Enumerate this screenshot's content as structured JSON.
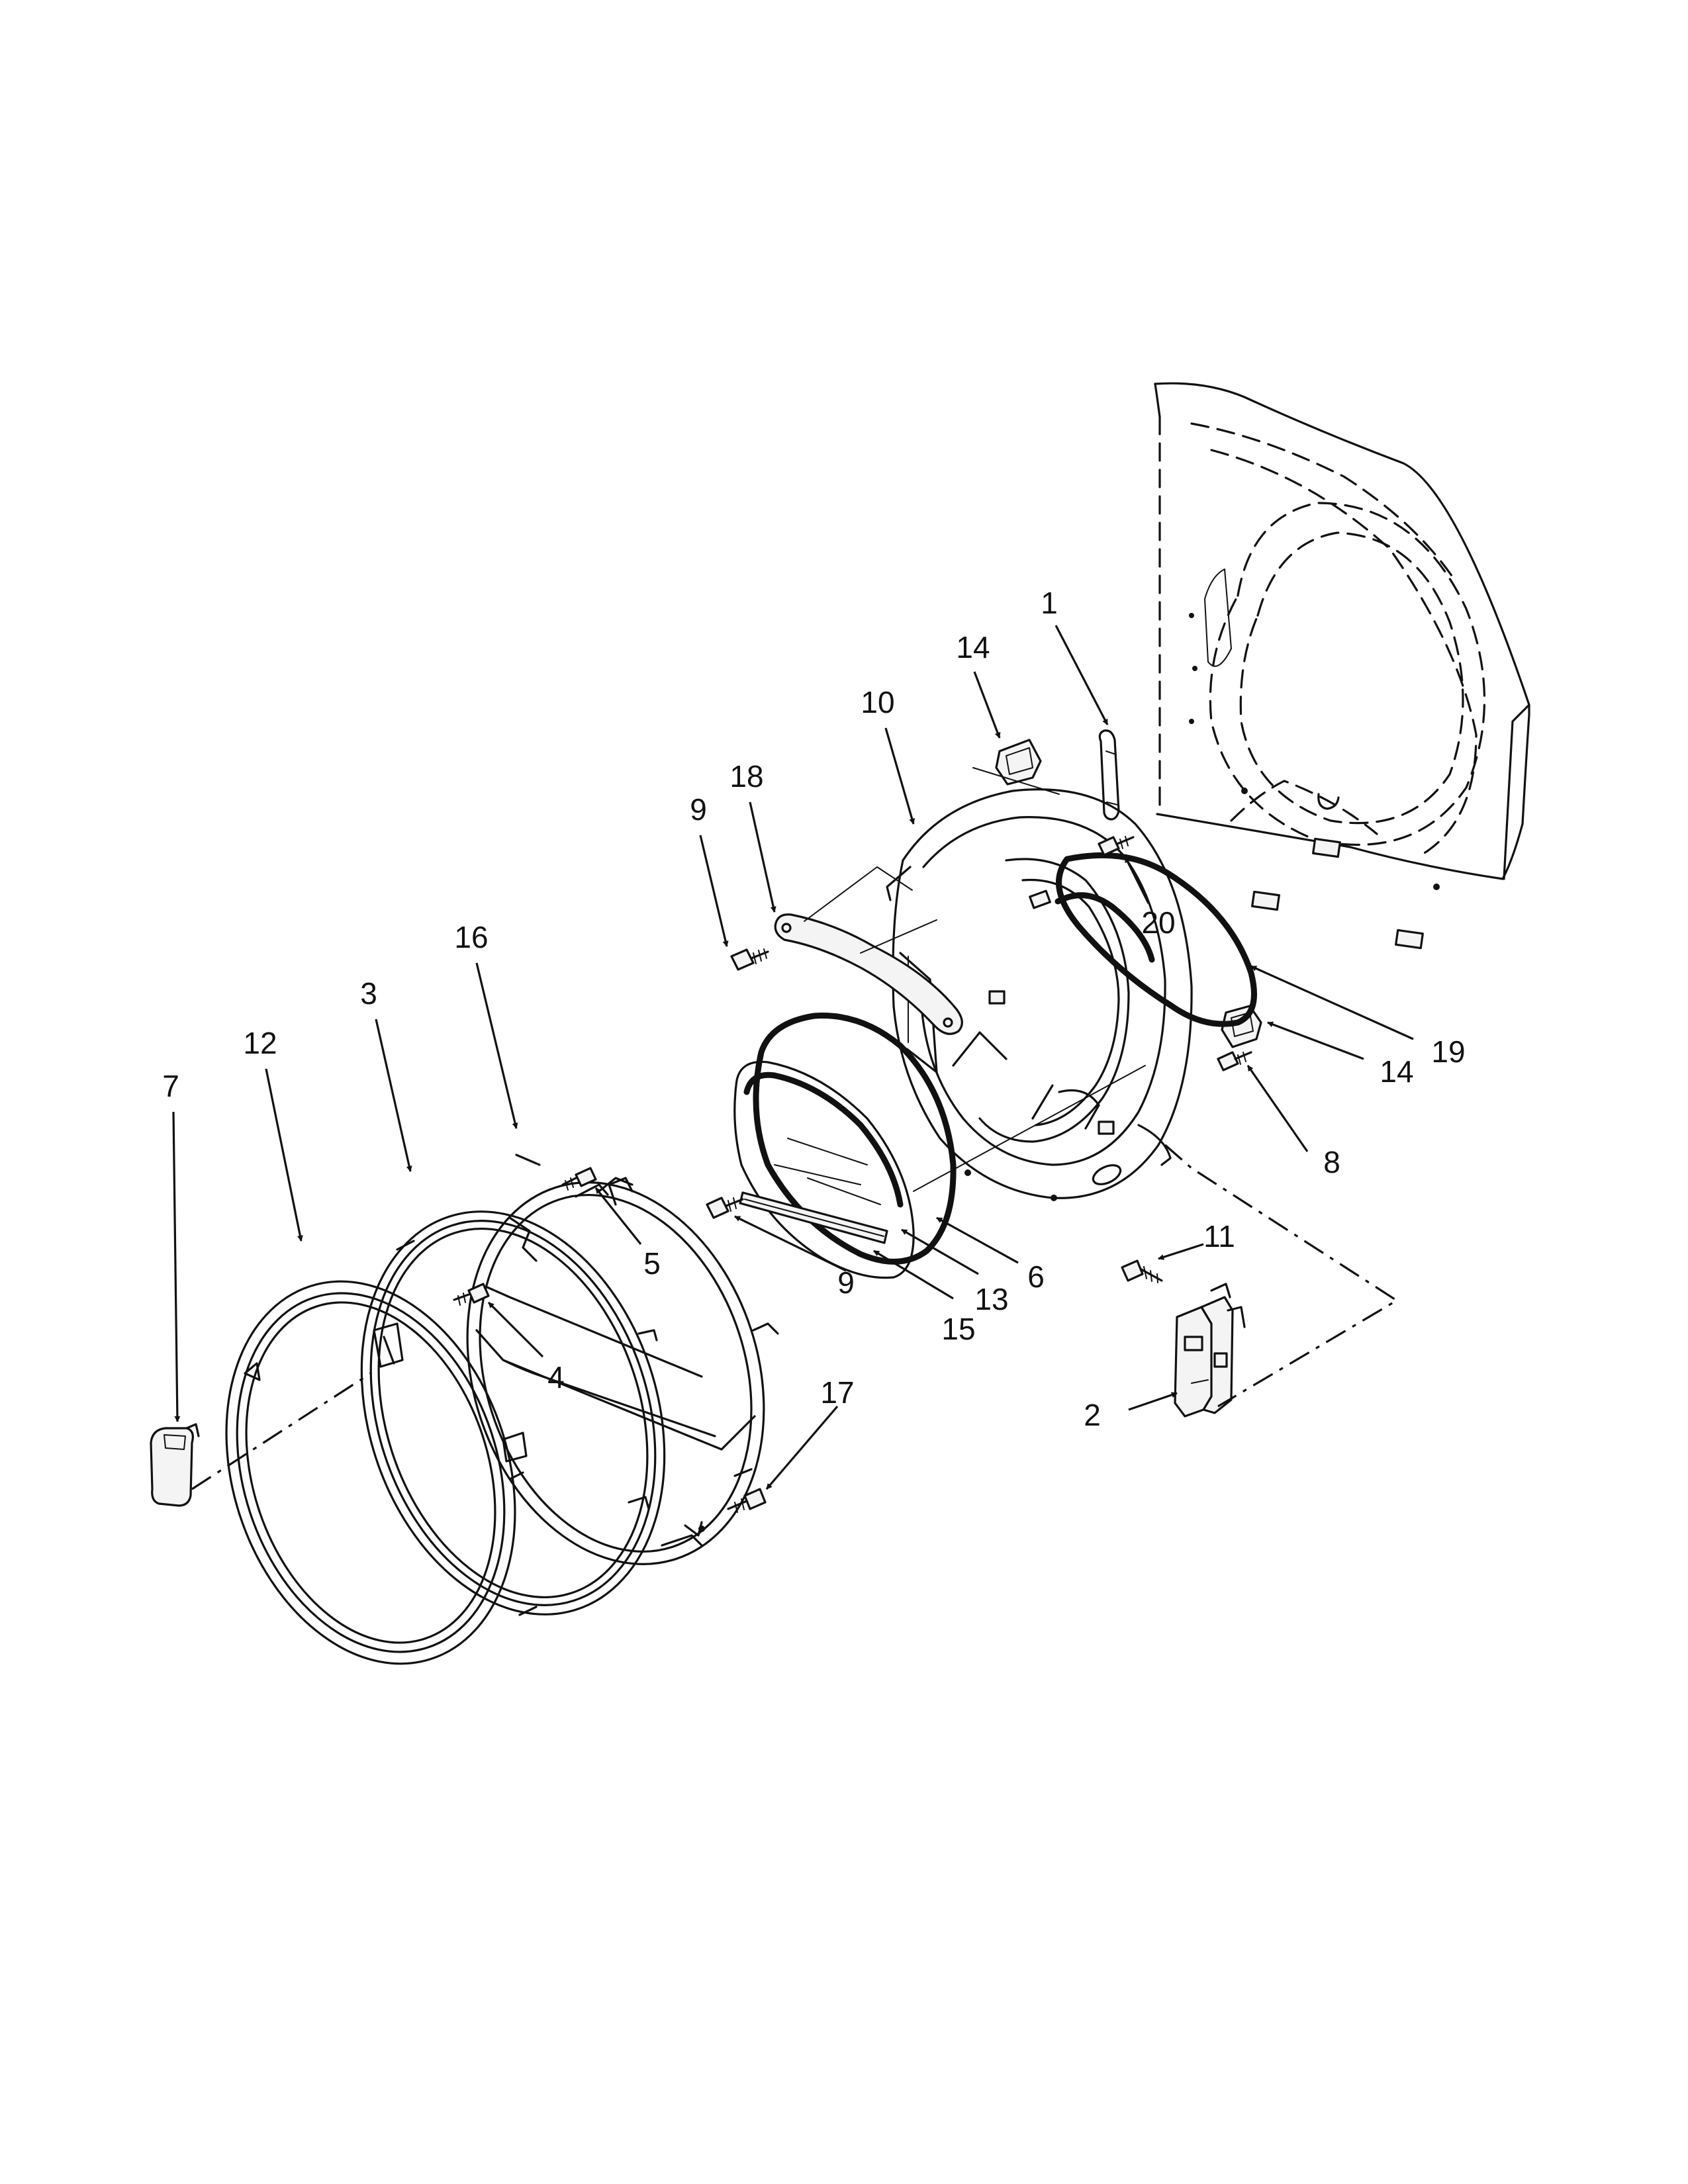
{
  "callouts": {
    "c1": "1",
    "c2": "2",
    "c3": "3",
    "c4": "4",
    "c5": "5",
    "c6": "6",
    "c7": "7",
    "c8": "8",
    "c9a": "9",
    "c9b": "9",
    "c10": "10",
    "c11": "11",
    "c12": "12",
    "c13": "13",
    "c14a": "14",
    "c14b": "14",
    "c15": "15",
    "c16": "16",
    "c17": "17",
    "c18": "18",
    "c19": "19",
    "c20": "20"
  }
}
